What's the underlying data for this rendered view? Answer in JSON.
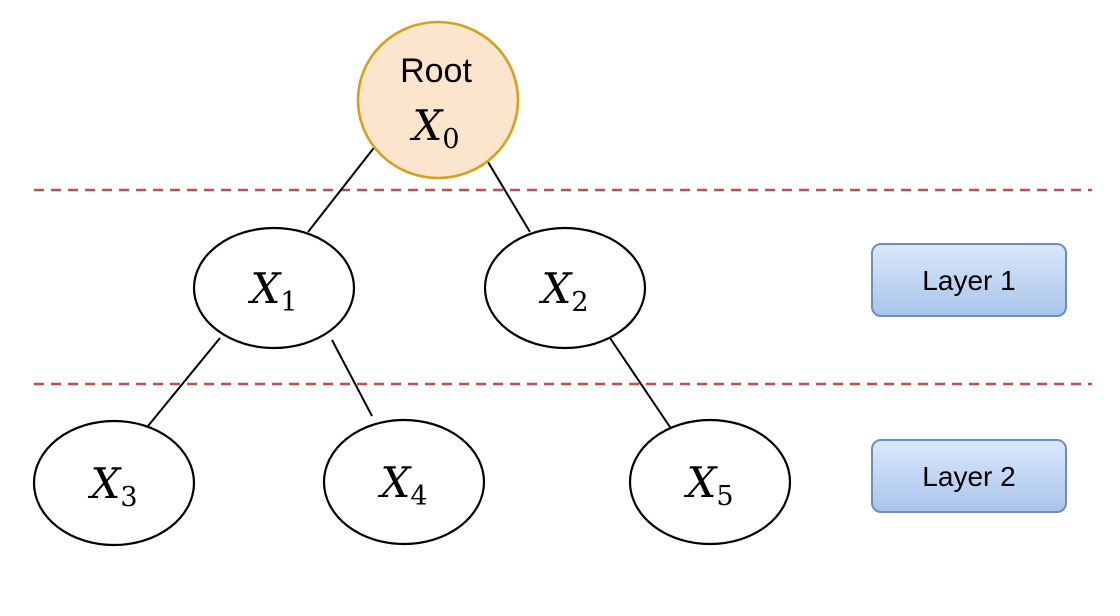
{
  "nodes": [
    {
      "id": "x0",
      "top_label": "Root",
      "var": "X",
      "sub": "0",
      "role": "root"
    },
    {
      "id": "x1",
      "var": "X",
      "sub": "1"
    },
    {
      "id": "x2",
      "var": "X",
      "sub": "2"
    },
    {
      "id": "x3",
      "var": "X",
      "sub": "3"
    },
    {
      "id": "x4",
      "var": "X",
      "sub": "4"
    },
    {
      "id": "x5",
      "var": "X",
      "sub": "5"
    }
  ],
  "edges": [
    {
      "from": "x0",
      "to": "x1"
    },
    {
      "from": "x0",
      "to": "x2"
    },
    {
      "from": "x1",
      "to": "x3"
    },
    {
      "from": "x1",
      "to": "x4"
    },
    {
      "from": "x2",
      "to": "x5"
    }
  ],
  "layers": [
    {
      "label": "Layer 1"
    },
    {
      "label": "Layer 2"
    }
  ],
  "colors": {
    "root_fill": "#fce5cd",
    "root_stroke": "#d6a01e",
    "divider": "#c0504d",
    "layer_box_top": "#dae8fc",
    "layer_box_bottom": "#a9c4eb",
    "layer_box_stroke": "#6c8ebf"
  }
}
